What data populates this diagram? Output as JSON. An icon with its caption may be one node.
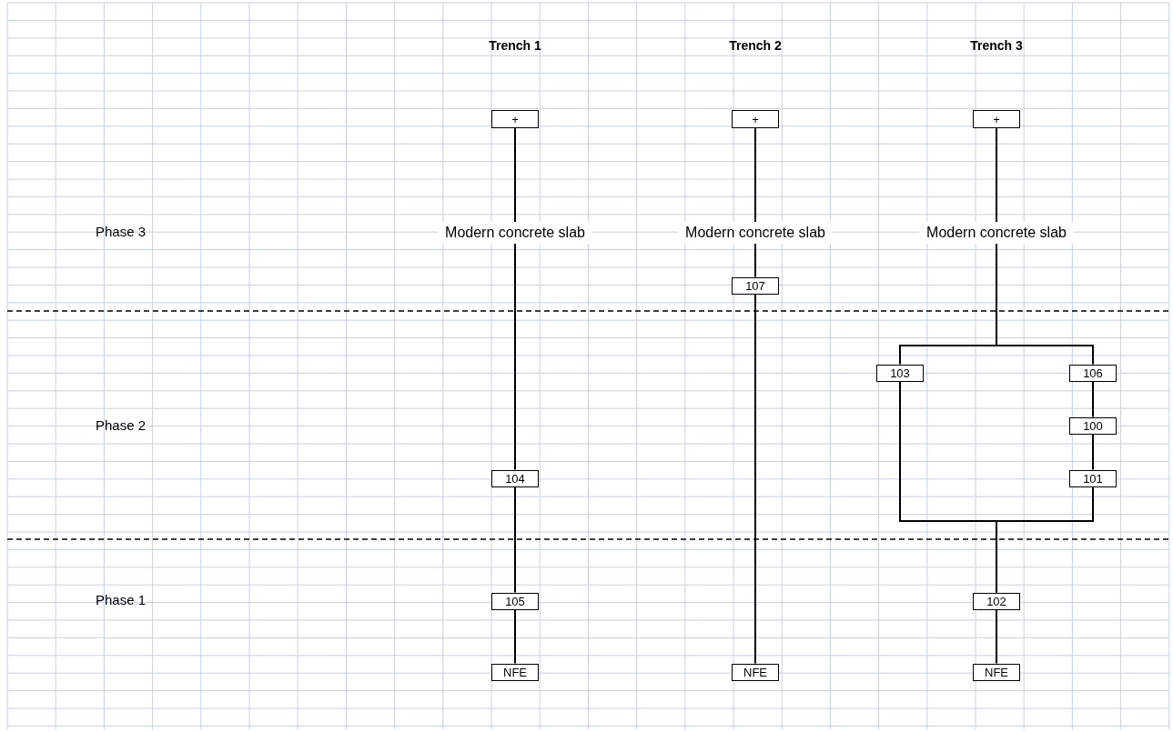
{
  "diagram": {
    "nodes": [
      {
        "text": [
          "+"
        ]
      },
      {
        "text": [
          "+"
        ]
      },
      {
        "text": [
          "+"
        ]
      },
      {
        "text": [
          "Modern concrete slab"
        ]
      },
      {
        "text": [
          "Modern concrete slab"
        ]
      },
      {
        "text": [
          "Modern concrete slab"
        ]
      },
      {
        "text": [
          "107"
        ]
      },
      {
        "text": [
          "103"
        ]
      },
      {
        "text": [
          "106"
        ]
      },
      {
        "text": [
          "100"
        ]
      },
      {
        "text": [
          "104"
        ]
      },
      {
        "text": [
          "101"
        ]
      },
      {
        "text": [
          "105"
        ]
      },
      {
        "text": [
          "102"
        ]
      },
      {
        "text": [
          "NFE"
        ]
      },
      {
        "text": [
          "NFE"
        ]
      },
      {
        "text": [
          "NFE"
        ]
      }
    ],
    "edges": [
      {
        "from": 0,
        "to": 3,
        "arrow": "none"
      },
      {
        "from": 3,
        "to": 10,
        "arrow": "none"
      },
      {
        "from": 10,
        "to": 12,
        "arrow": "none"
      },
      {
        "from": 12,
        "to": 14,
        "arrow": "none"
      },
      {
        "from": 1,
        "to": 4,
        "arrow": "none"
      },
      {
        "from": 4,
        "to": 6,
        "arrow": "none"
      },
      {
        "from": 6,
        "to": 15,
        "arrow": "none"
      },
      {
        "from": 2,
        "to": 5,
        "arrow": "none"
      },
      {
        "from": 5,
        "to": 7,
        "arrow": "none"
      },
      {
        "from": 5,
        "to": 8,
        "arrow": "none"
      },
      {
        "from": 8,
        "to": 9,
        "arrow": "none"
      },
      {
        "from": 9,
        "to": 11,
        "arrow": "none"
      },
      {
        "from": 7,
        "to": 13,
        "arrow": "none"
      },
      {
        "from": 11,
        "to": 13,
        "arrow": "none"
      },
      {
        "from": 13,
        "to": 16,
        "arrow": "none"
      }
    ],
    "labels": [
      "Trench 1",
      "Trench 2",
      "Trench 3",
      "Phase 3",
      "Phase 2",
      "Phase 1"
    ]
  }
}
